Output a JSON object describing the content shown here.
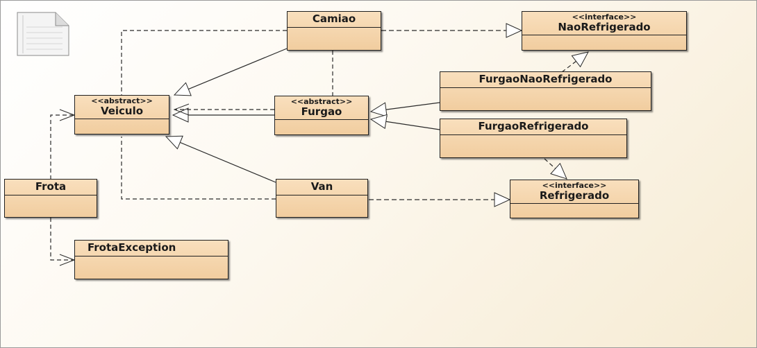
{
  "diagram": {
    "classes": {
      "camiao": {
        "stereotype": "",
        "name": "Camiao"
      },
      "nao_refrigerado": {
        "stereotype": "<<interface>>",
        "name": "NaoRefrigerado"
      },
      "veiculo": {
        "stereotype": "<<abstract>>",
        "name": "Veiculo"
      },
      "furgao": {
        "stereotype": "<<abstract>>",
        "name": "Furgao"
      },
      "furgao_nao_refrigerado": {
        "stereotype": "",
        "name": "FurgaoNaoRefrigerado"
      },
      "furgao_refrigerado": {
        "stereotype": "",
        "name": "FurgaoRefrigerado"
      },
      "frota": {
        "stereotype": "",
        "name": "Frota"
      },
      "van": {
        "stereotype": "",
        "name": "Van"
      },
      "refrigerado": {
        "stereotype": "<<interface>>",
        "name": "Refrigerado"
      },
      "frota_exception": {
        "stereotype": "",
        "name": "FrotaException"
      }
    },
    "relations": [
      {
        "from": "Camiao",
        "to": "Veiculo",
        "kind": "generalization"
      },
      {
        "from": "Furgao",
        "to": "Veiculo",
        "kind": "generalization"
      },
      {
        "from": "Van",
        "to": "Veiculo",
        "kind": "generalization"
      },
      {
        "from": "FurgaoNaoRefrigerado",
        "to": "Furgao",
        "kind": "generalization"
      },
      {
        "from": "FurgaoRefrigerado",
        "to": "Furgao",
        "kind": "generalization"
      },
      {
        "from": "Camiao",
        "to": "NaoRefrigerado",
        "kind": "realization"
      },
      {
        "from": "Van",
        "to": "Refrigerado",
        "kind": "realization"
      },
      {
        "from": "FurgaoNaoRefrigerado",
        "to": "NaoRefrigerado",
        "kind": "realization"
      },
      {
        "from": "FurgaoRefrigerado",
        "to": "Refrigerado",
        "kind": "realization"
      },
      {
        "from": "Furgao",
        "to": "Veiculo",
        "kind": "dependency"
      },
      {
        "from": "Camiao",
        "to": "Veiculo",
        "kind": "dependency"
      },
      {
        "from": "Camiao",
        "to": "Furgao",
        "kind": "dependency"
      },
      {
        "from": "Van",
        "to": "Veiculo",
        "kind": "dependency"
      },
      {
        "from": "Frota",
        "to": "Veiculo",
        "kind": "dependency"
      },
      {
        "from": "Frota",
        "to": "FrotaException",
        "kind": "dependency"
      }
    ],
    "colors": {
      "class_fill_top": "#f9dfbd",
      "class_fill_bottom": "#f1cd9f",
      "line": "#2a2a2a"
    }
  }
}
